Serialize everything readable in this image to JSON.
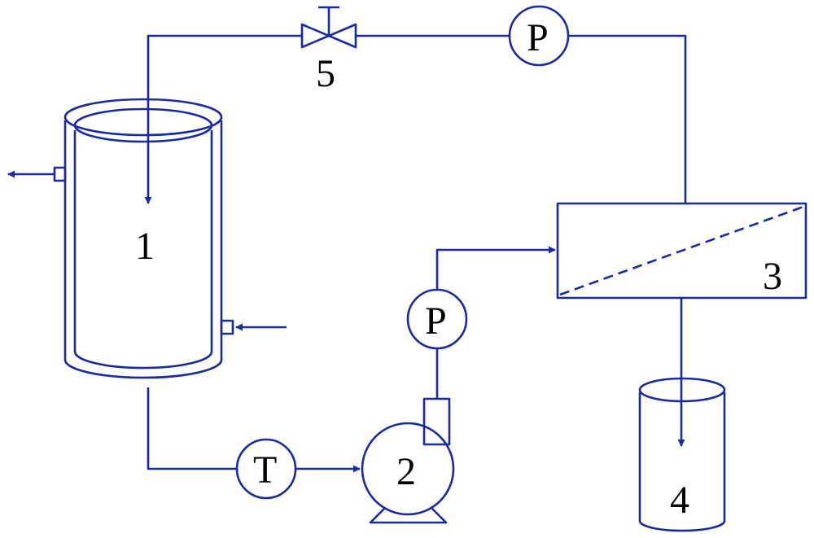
{
  "colors": {
    "line": "#1a2aa0",
    "label": "#000000",
    "background": "#ffffff"
  },
  "labels": {
    "tank": "1",
    "pump": "2",
    "membrane_module": "3",
    "collection_vessel": "4",
    "valve": "5",
    "pressure_gauge_pump": "P",
    "pressure_gauge_retentate": "P",
    "thermometer": "T"
  }
}
